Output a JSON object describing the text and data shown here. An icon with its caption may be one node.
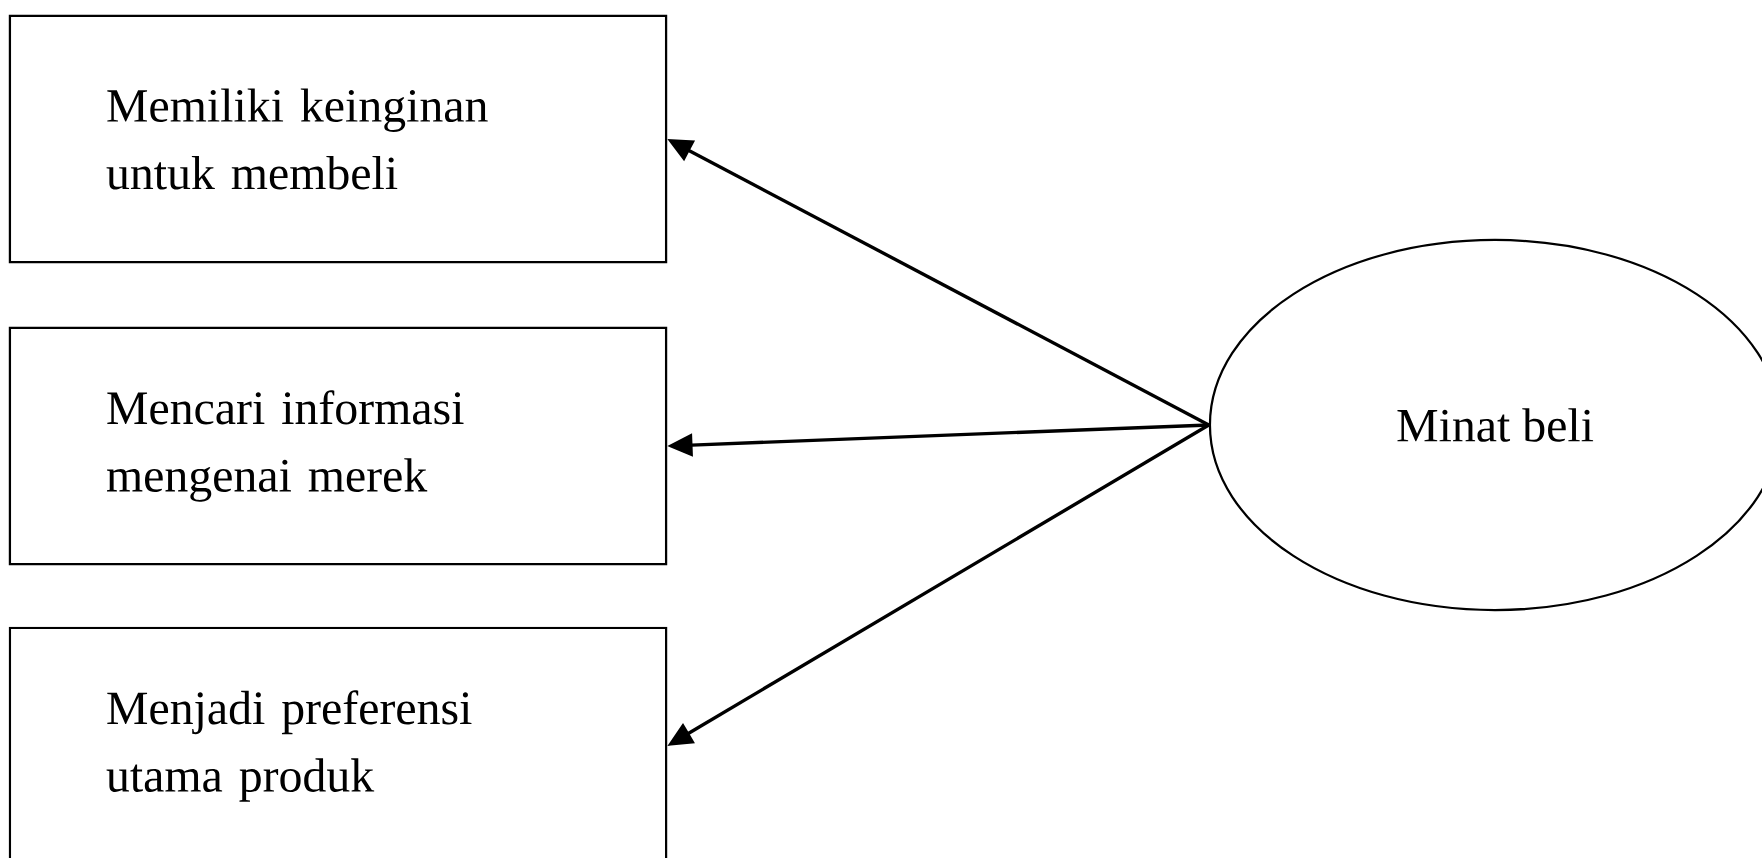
{
  "diagram": {
    "nodes": [
      {
        "text": [
          "Memiliki keinginan untuk membeli"
        ]
      },
      {
        "text": [
          "Mencari informasi mengenai merek"
        ]
      },
      {
        "text": [
          "Menjadi preferensi utama produk"
        ]
      },
      {
        "text": [
          "Minat beli"
        ]
      }
    ],
    "edges": [
      {
        "from": 3,
        "to": 0,
        "arrow": "to"
      },
      {
        "from": 3,
        "to": 1,
        "arrow": "to"
      },
      {
        "from": 3,
        "to": 2,
        "arrow": "to"
      }
    ]
  }
}
